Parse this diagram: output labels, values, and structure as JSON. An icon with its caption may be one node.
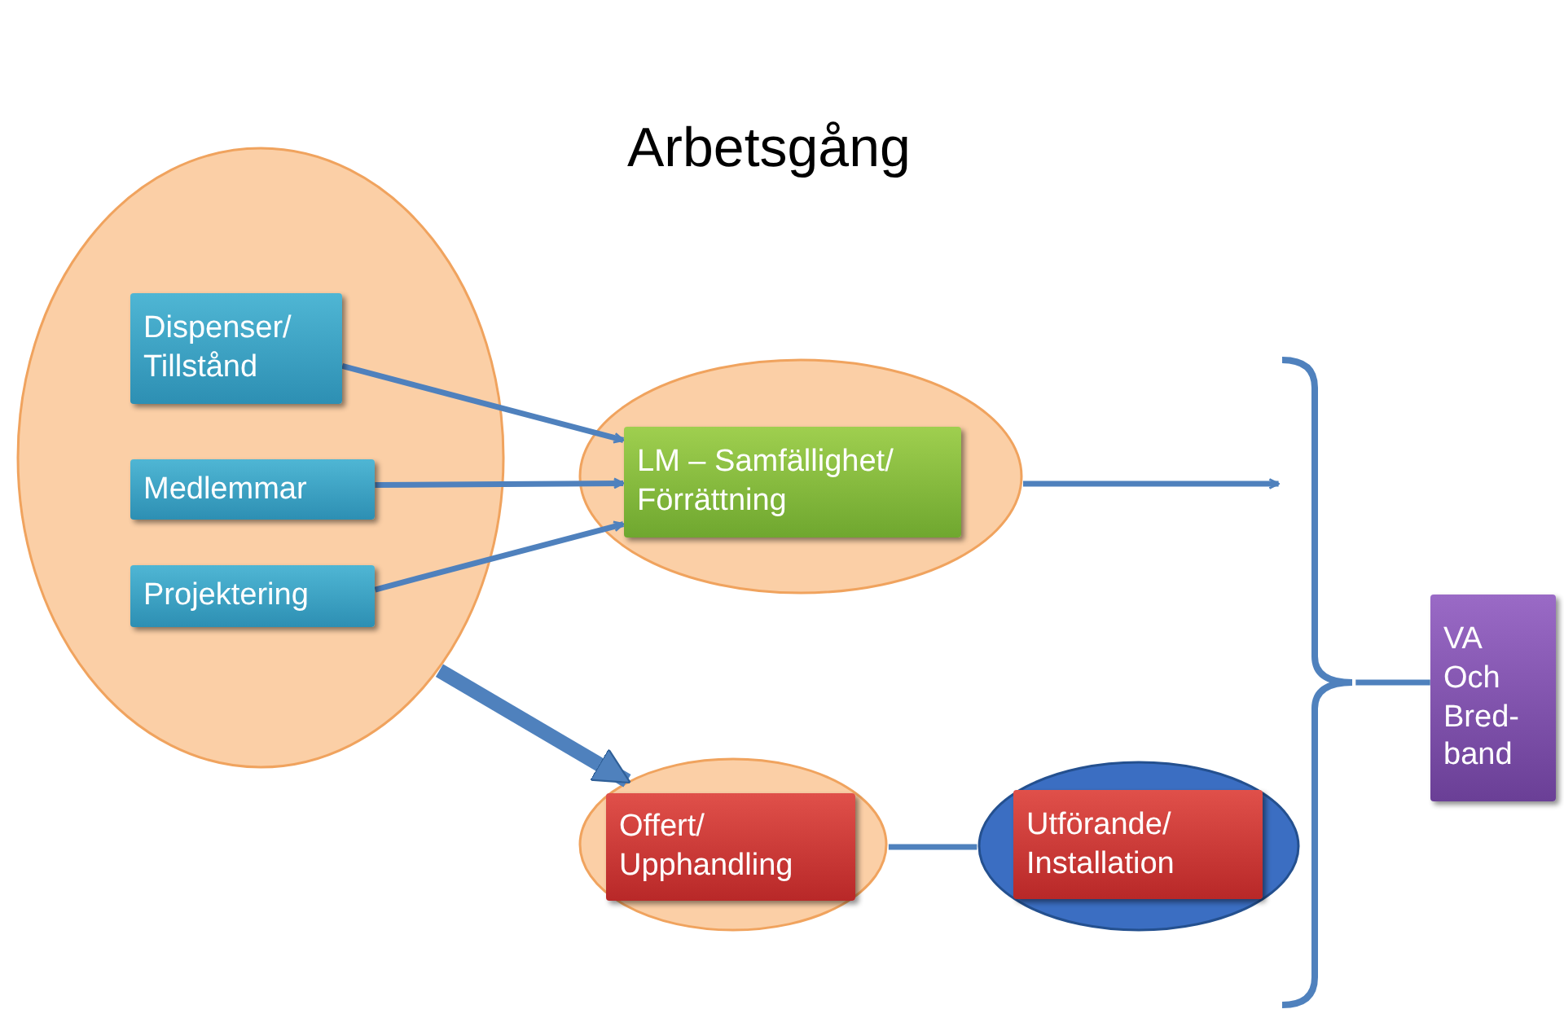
{
  "diagram": {
    "title": "Arbetsgång",
    "nodes": [
      {
        "text": [],
        "shape": "circle"
      },
      {
        "text": [
          "Dispenser/ Tillstånd"
        ],
        "in": 0
      },
      {
        "text": [
          "Medlemmar"
        ],
        "in": 0
      },
      {
        "text": [
          "Projektering"
        ],
        "in": 0
      },
      {
        "text": [],
        "shape": "circle"
      },
      {
        "text": [
          "LM – Samfällighet/ Förrättning"
        ],
        "in": 4
      },
      {
        "text": [],
        "shape": "circle"
      },
      {
        "text": [
          "Offert/ Upphandling"
        ],
        "in": 6
      },
      {
        "text": [],
        "shape": "circle"
      },
      {
        "text": [
          "Utförande/ Installation"
        ],
        "in": 8
      },
      {
        "text": [],
        "shape": "bracket"
      },
      {
        "text": [
          "VA Och Bred-band"
        ]
      }
    ],
    "edges": [
      {
        "from": 1,
        "to": 5,
        "arrow": "to"
      },
      {
        "from": 2,
        "to": 5,
        "arrow": "to"
      },
      {
        "from": 3,
        "to": 5,
        "arrow": "to"
      },
      {
        "from": 4,
        "to": 10,
        "arrow": "to"
      },
      {
        "from": 0,
        "to": 6,
        "arrow": "to",
        "style": "thick"
      },
      {
        "from": 6,
        "to": 8,
        "arrow": "none"
      },
      {
        "from": 10,
        "to": 11,
        "arrow": "none"
      }
    ]
  }
}
